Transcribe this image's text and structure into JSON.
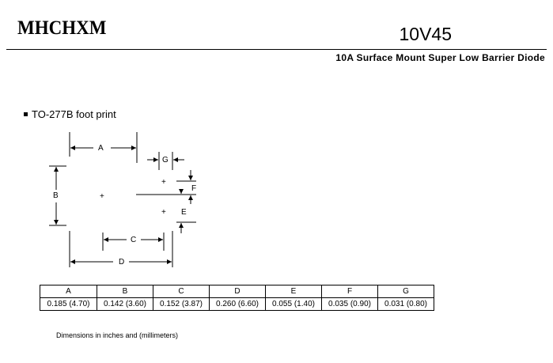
{
  "header": {
    "logo": "MHCHXM",
    "part_number": "10V45",
    "subtitle": "10A Surface Mount Super Low Barrier Diode"
  },
  "section": {
    "title": "TO-277B   foot print"
  },
  "diagram": {
    "labels": {
      "A": "A",
      "B": "B",
      "C": "C",
      "D": "D",
      "E": "E",
      "F": "F",
      "G": "G",
      "plus": "+"
    }
  },
  "dimensions_table": {
    "headers": [
      "A",
      "B",
      "C",
      "D",
      "E",
      "F",
      "G"
    ],
    "values": [
      "0.185 (4.70)",
      "0.142 (3.60)",
      "0.152 (3.87)",
      "0.260 (6.60)",
      "0.055 (1.40)",
      "0.035 (0.90)",
      "0.031 (0.80)"
    ]
  },
  "note": "Dimensions in inches and (millimeters)"
}
